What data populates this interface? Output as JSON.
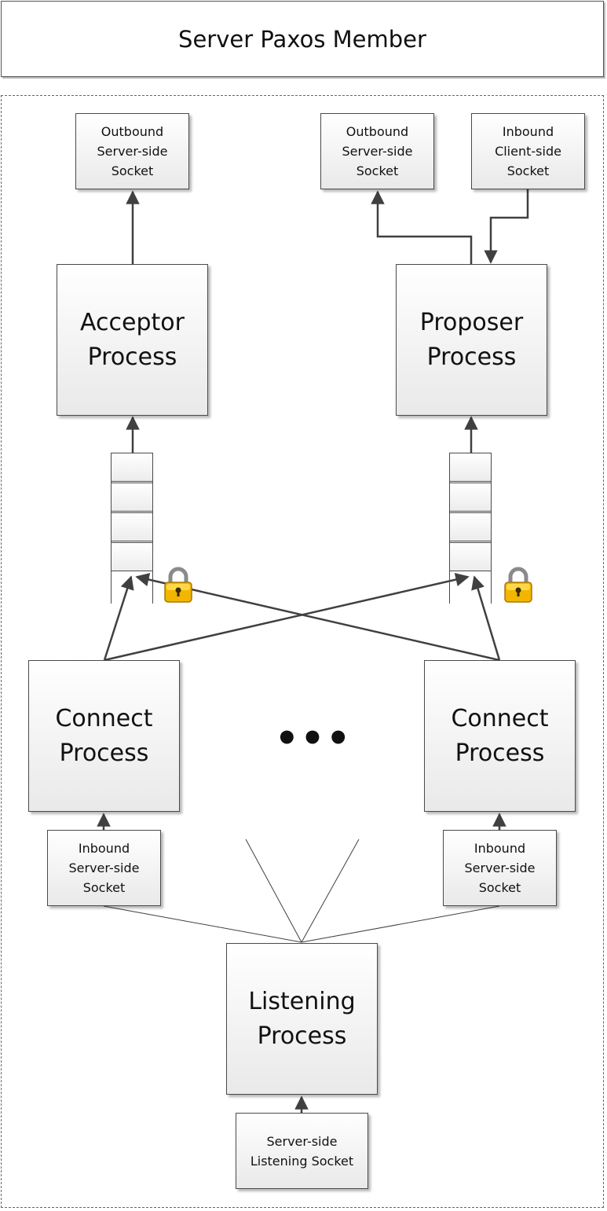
{
  "diagram": {
    "title": "Server Paxos Member",
    "acceptor": {
      "line1": "Acceptor",
      "line2": "Process"
    },
    "proposer": {
      "line1": "Proposer",
      "line2": "Process"
    },
    "connect_left": {
      "line1": "Connect",
      "line2": "Process"
    },
    "connect_right": {
      "line1": "Connect",
      "line2": "Process"
    },
    "listening": {
      "line1": "Listening",
      "line2": "Process"
    },
    "outbound_acceptor_socket": {
      "line1": "Outbound",
      "line2": "Server-side",
      "line3": "Socket"
    },
    "outbound_proposer_socket": {
      "line1": "Outbound",
      "line2": "Server-side",
      "line3": "Socket"
    },
    "inbound_client_socket": {
      "line1": "Inbound",
      "line2": "Client-side",
      "line3": "Socket"
    },
    "inbound_left_socket": {
      "line1": "Inbound",
      "line2": "Server-side",
      "line3": "Socket"
    },
    "inbound_right_socket": {
      "line1": "Inbound",
      "line2": "Server-side",
      "line3": "Socket"
    },
    "listening_socket": {
      "line1": "Server-side",
      "line2": "Listening Socket"
    },
    "ellipsis": "•••",
    "icons": [
      "lock-icon",
      "lock-icon"
    ],
    "colors": {
      "stroke": "#404040",
      "lock_body": "#f2b600",
      "lock_shackle": "#8a8a8a"
    }
  }
}
